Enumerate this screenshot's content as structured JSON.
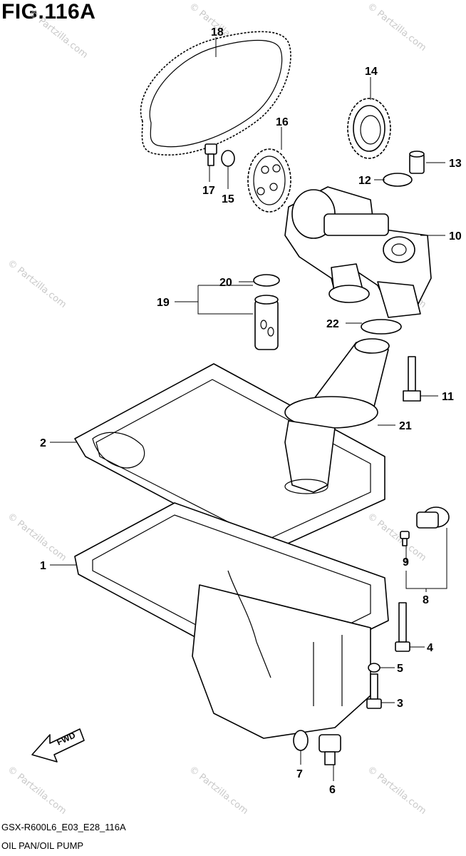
{
  "figure": {
    "title": "FIG.116A",
    "model_code": "GSX-R600L6_E03_E28_116A",
    "caption": "OIL PAN/OIL PUMP",
    "fwd_label": "FWD",
    "watermark": "© Partzilla.com"
  },
  "callouts": [
    "1",
    "2",
    "3",
    "4",
    "5",
    "6",
    "7",
    "8",
    "9",
    "10",
    "11",
    "12",
    "13",
    "14",
    "15",
    "16",
    "17",
    "18",
    "19",
    "20",
    "21",
    "22"
  ]
}
